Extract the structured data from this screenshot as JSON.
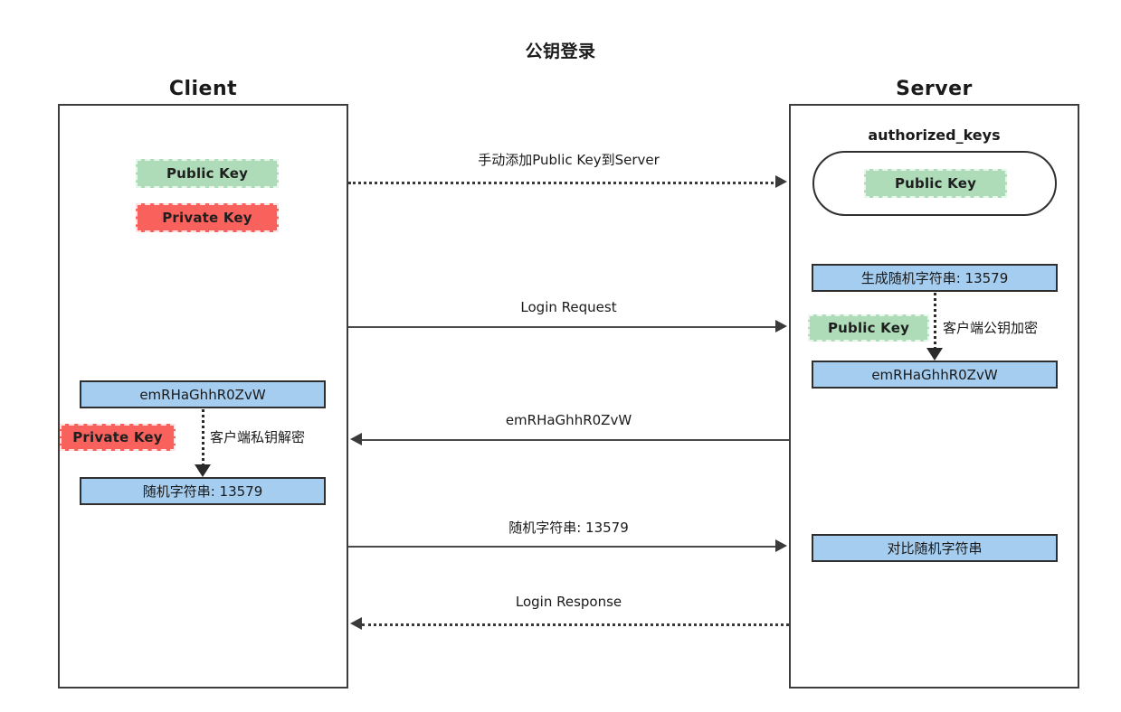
{
  "diagram": {
    "title": "公钥登录",
    "columns": {
      "client": "Client",
      "server": "Server"
    },
    "client": {
      "public_key": "Public Key",
      "private_key": "Private Key",
      "encrypted_token": "emRHaGhhR0ZvW",
      "decrypt_label": "客户端私钥解密",
      "decrypt_private_key": "Private Key",
      "decrypted_random": "随机字符串: 13579"
    },
    "server": {
      "authorized_keys_label": "authorized_keys",
      "authorized_public_key": "Public Key",
      "generate_random": "生成随机字符串: 13579",
      "encrypt_public_key": "Public Key",
      "encrypt_label": "客户端公钥加密",
      "encrypted_token": "emRHaGhhR0ZvW",
      "compare_random": "对比随机字符串"
    },
    "flows": [
      {
        "label": "手动添加Public Key到Server",
        "direction": "right",
        "style": "dotted"
      },
      {
        "label": "Login Request",
        "direction": "right",
        "style": "solid"
      },
      {
        "label": "emRHaGhhR0ZvW",
        "direction": "left",
        "style": "solid"
      },
      {
        "label": "随机字符串: 13579",
        "direction": "right",
        "style": "solid"
      },
      {
        "label": "Login Response",
        "direction": "left",
        "style": "dotted"
      }
    ],
    "colors": {
      "public_key_fill": "#aedcb9",
      "private_key_fill": "#f9615d",
      "data_box_fill": "#a5cdf0",
      "line": "#3a3a3a",
      "border": "#2f2f2f",
      "background": "#ffffff"
    }
  }
}
